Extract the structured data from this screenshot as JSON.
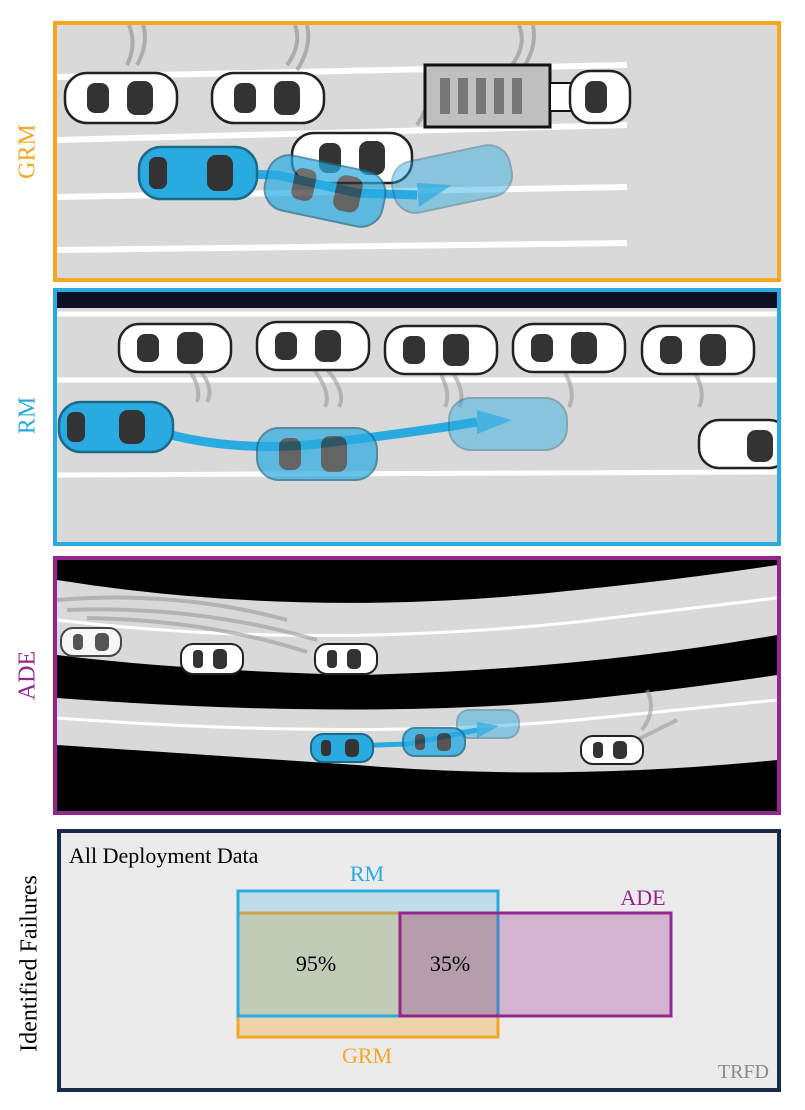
{
  "panels": [
    {
      "label": "GRM",
      "color": "#f5a623"
    },
    {
      "label": "RM",
      "color": "#29abe2"
    },
    {
      "label": "ADE",
      "color": "#93278f"
    }
  ],
  "venn": {
    "axis_label": "Identified Failures",
    "all_label": "All Deployment Data",
    "rm_label": "RM",
    "ade_label": "ADE",
    "grm_label": "GRM",
    "overlap_grm_rm": "95%",
    "overlap_rm_ade": "35%",
    "watermark": "TRFD",
    "frame_color": "#1a2a4a"
  }
}
